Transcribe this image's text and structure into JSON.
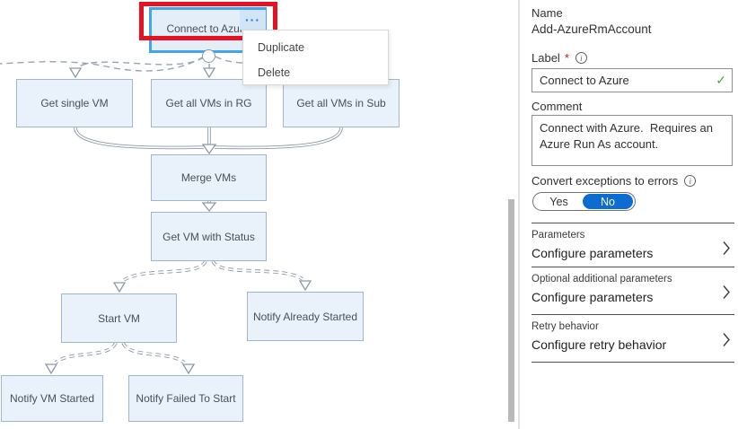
{
  "canvas": {
    "selected_node": {
      "label": "Connect to Azure",
      "menu_button": "···"
    },
    "context_menu": {
      "items": [
        {
          "label": "Duplicate"
        },
        {
          "label": "Delete"
        }
      ]
    },
    "nodes": [
      {
        "label": "Get single VM"
      },
      {
        "label": "Get all VMs in RG"
      },
      {
        "label": "Get all VMs in Sub"
      },
      {
        "label": "Merge VMs"
      },
      {
        "label": "Get VM with Status"
      },
      {
        "label": "Start VM"
      },
      {
        "label": "Notify Already Started"
      },
      {
        "label": "Notify VM Started"
      },
      {
        "label": "Notify Failed To Start"
      }
    ]
  },
  "panel": {
    "name_label": "Name",
    "name_value": "Add-AzureRmAccount",
    "label_field": {
      "label": "Label",
      "required_mark": "*",
      "value": "Connect to Azure",
      "valid_mark": "✓"
    },
    "comment_field": {
      "label": "Comment",
      "value": "Connect with Azure.  Requires an Azure Run As account."
    },
    "exceptions_toggle": {
      "label": "Convert exceptions to errors",
      "yes": "Yes",
      "no": "No",
      "selected": "No"
    },
    "sections": [
      {
        "label": "Parameters",
        "action": "Configure parameters"
      },
      {
        "label": "Optional additional parameters",
        "action": "Configure parameters"
      },
      {
        "label": "Retry behavior",
        "action": "Configure retry behavior"
      }
    ]
  },
  "colors": {
    "node_fill": "#e9f2fa",
    "node_border": "#9fb6cb",
    "selected_node_border": "#45a3e8",
    "annotation_red": "#e81123",
    "toggle_blue": "#0c6cd0",
    "connector_gray": "#8c99a8",
    "valid_green": "#4ea531"
  }
}
